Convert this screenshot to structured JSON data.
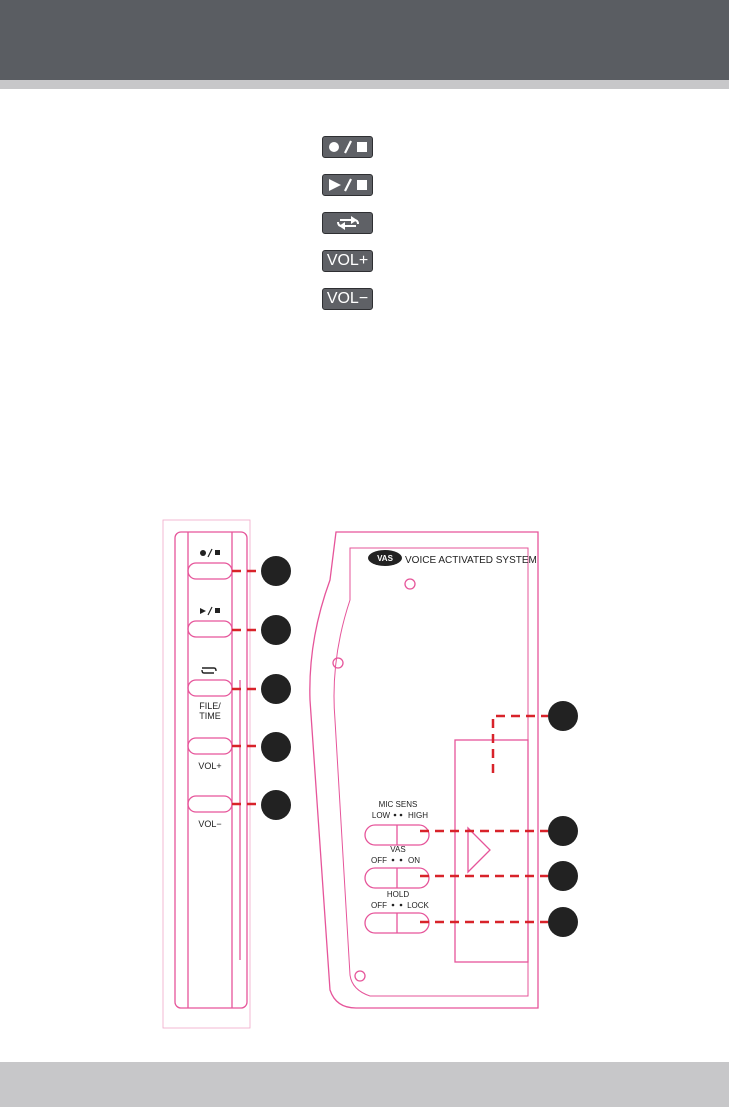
{
  "header": {
    "color": "#5a5d62",
    "rule_color": "#c7c7c9"
  },
  "footer": {
    "color": "#c7c7c9"
  },
  "button_legend": [
    {
      "icon": "record-stop-icon"
    },
    {
      "icon": "play-stop-icon"
    },
    {
      "icon": "repeat-icon"
    },
    {
      "icon": "volume-up-icon",
      "label": "VOL+"
    },
    {
      "icon": "volume-down-icon",
      "label": "VOL−"
    }
  ],
  "device_diagram": {
    "outline_color": "#e6559a",
    "callout_color": "#d8232a",
    "side_panel": {
      "labels": {
        "file_time_top": "FILE/",
        "file_time_bottom": "TIME",
        "vol_up": "VOL+",
        "vol_down": "VOL−"
      }
    },
    "back_panel": {
      "logo": "VAS",
      "logo_caption": "VOICE ACTIVATED SYSTEM",
      "switches": [
        {
          "title": "MIC SENS",
          "left": "LOW",
          "right": "HIGH"
        },
        {
          "title": "VAS",
          "left": "OFF",
          "right": "ON"
        },
        {
          "title": "HOLD",
          "left": "OFF",
          "right": "LOCK"
        }
      ]
    }
  }
}
